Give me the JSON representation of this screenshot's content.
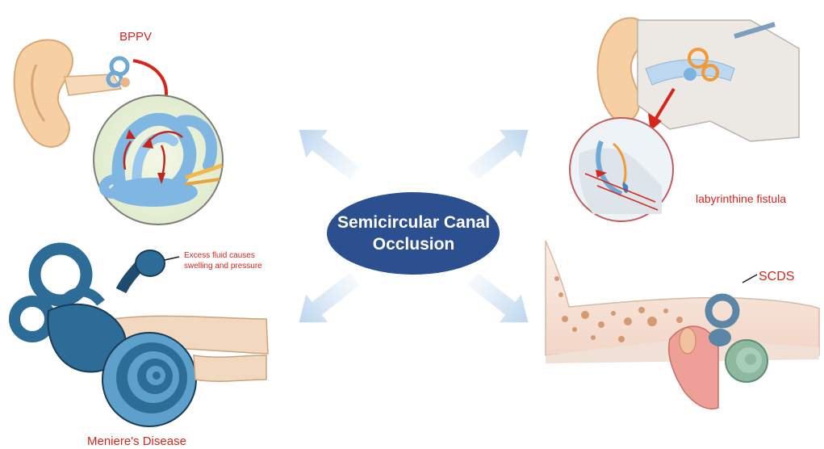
{
  "center": {
    "line1": "Semicircular Canal",
    "line2": "Occlusion"
  },
  "panels": {
    "bppv": {
      "title": "BPPV"
    },
    "fistula": {
      "title": "labyrinthine fistula"
    },
    "meniere": {
      "title": "Meniere's Disease",
      "note_line1": "Excess fluid causes",
      "note_line2": "swelling and pressure"
    },
    "scds": {
      "title": "SCDS"
    }
  },
  "colors": {
    "label_red": "#d9241c",
    "center_ellipse": "#2b4f8f",
    "arrow_blue": "#c9def1",
    "canal_blue": "#7fb6e2",
    "meniere_blue": "#2c6c97",
    "skin": "#f6cfa2",
    "bone": "#f2d8bf"
  },
  "icons": [
    "ear-icon",
    "inner-ear-icon",
    "cochlea-icon",
    "arrow-icon"
  ]
}
